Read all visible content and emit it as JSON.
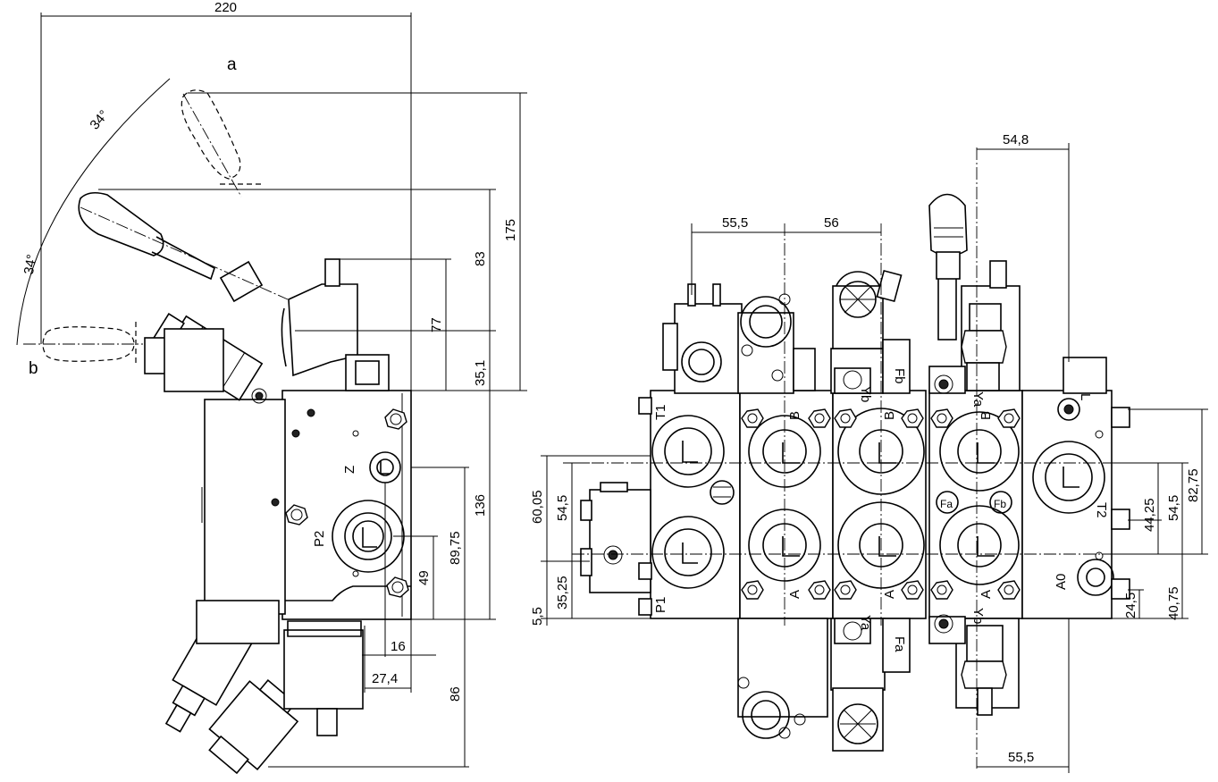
{
  "dims": {
    "d220": "220",
    "d175": "175",
    "d83": "83",
    "d77": "77",
    "d35_1": "35,1",
    "d136": "136",
    "d89_75": "89,75",
    "d49": "49",
    "d16": "16",
    "d27_4": "27,4",
    "d86": "86",
    "d34a": "34°",
    "d34b": "34°",
    "d55_5_top": "55,5",
    "d56": "56",
    "d54_8": "54,8",
    "d55_5_bottom": "55,5",
    "d60_05": "60,05",
    "d54_5_left": "54,5",
    "d35_25": "35,25",
    "d5_5": "5,5",
    "d82_75": "82,75",
    "d54_5_right": "54,5",
    "d44_25": "44,25",
    "d40_75": "40,75",
    "d24_5": "24,5"
  },
  "labels": {
    "a": "a",
    "b": "b",
    "Z": "Z",
    "P2": "P2",
    "T1": "T1",
    "P1": "P1",
    "B1": "B",
    "A1": "A",
    "B2": "B",
    "A2": "A",
    "B3": "B",
    "A3": "A",
    "Yb1": "Yb",
    "Fb1": "Fb",
    "Ya1": "Ya",
    "Fa1": "Fa",
    "Ya2": "Ya",
    "Yb2": "Yb",
    "Fa2": "Fa",
    "Fb2": "Fb",
    "L": "L",
    "T2": "T2",
    "A0": "A0"
  }
}
